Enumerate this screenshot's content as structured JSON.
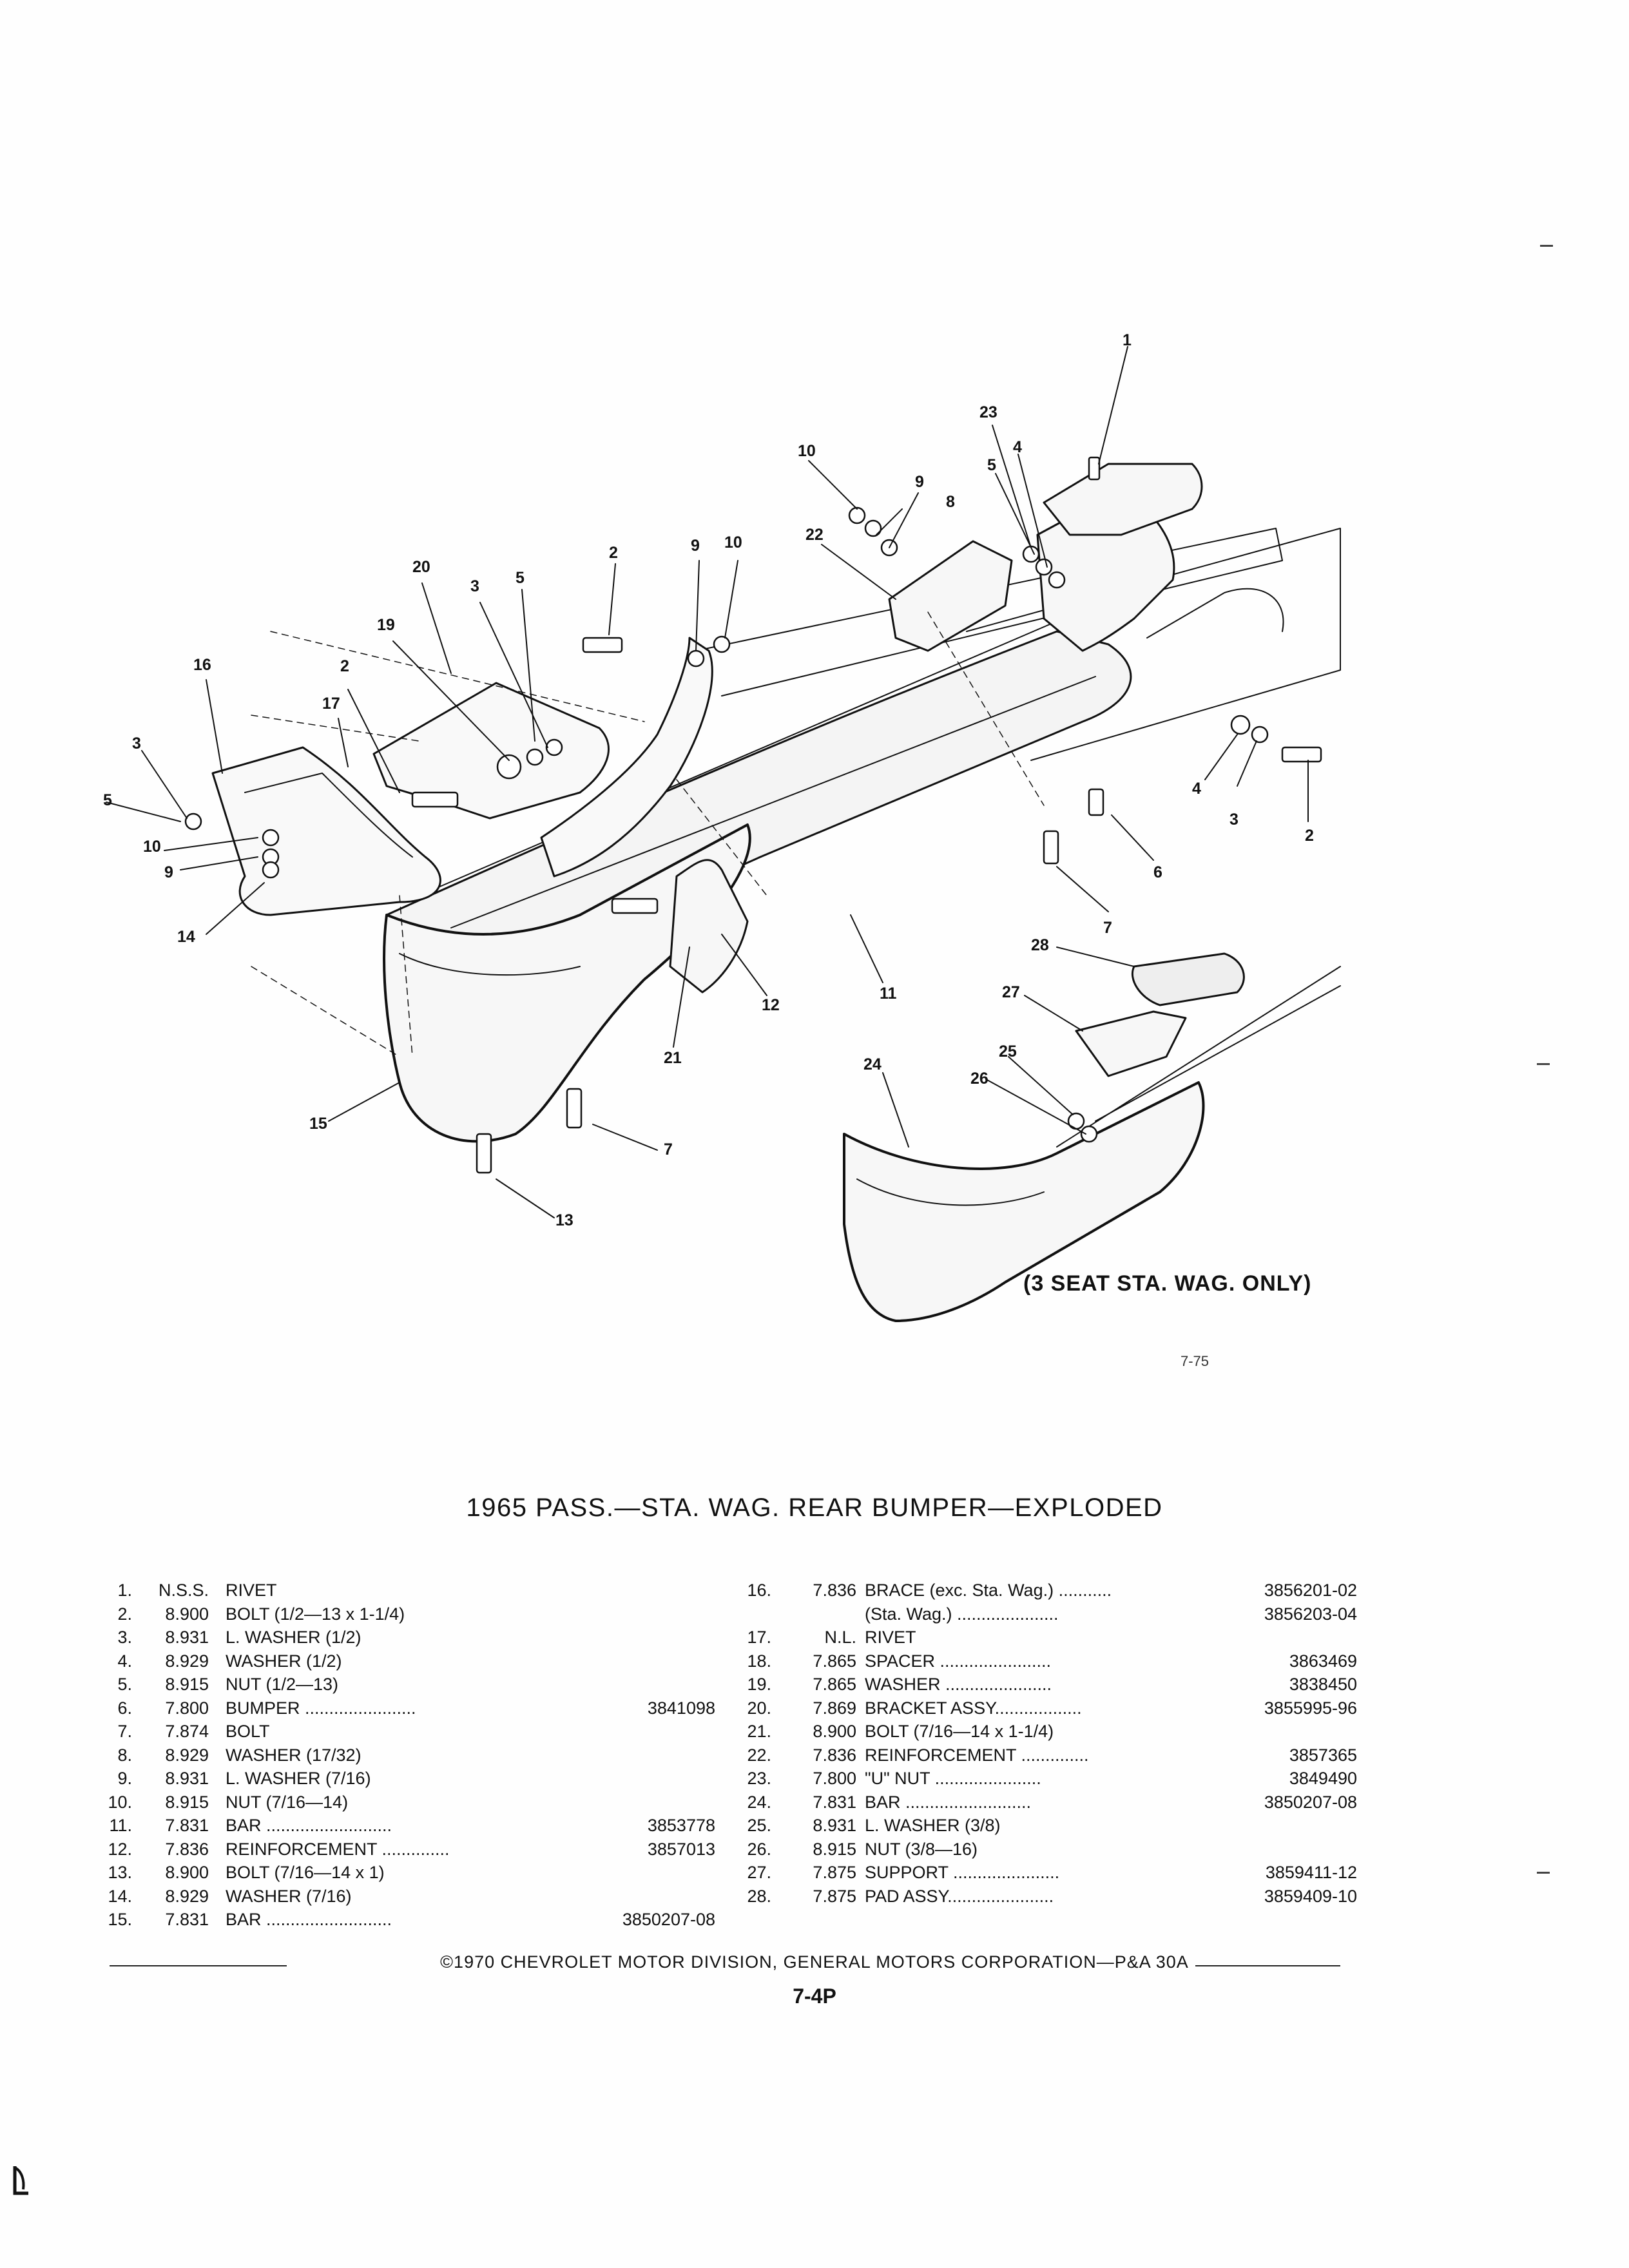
{
  "diagram": {
    "callouts": [
      {
        "id": "c1",
        "label": "1"
      },
      {
        "id": "c23",
        "label": "23"
      },
      {
        "id": "c4a",
        "label": "4"
      },
      {
        "id": "c5a",
        "label": "5"
      },
      {
        "id": "c10a",
        "label": "10"
      },
      {
        "id": "c9a",
        "label": "9"
      },
      {
        "id": "c8",
        "label": "8"
      },
      {
        "id": "c22",
        "label": "22"
      },
      {
        "id": "c2a",
        "label": "2"
      },
      {
        "id": "c9b",
        "label": "9"
      },
      {
        "id": "c10b",
        "label": "10"
      },
      {
        "id": "c20",
        "label": "20"
      },
      {
        "id": "c3a",
        "label": "3"
      },
      {
        "id": "c5b",
        "label": "5"
      },
      {
        "id": "c19",
        "label": "19"
      },
      {
        "id": "c16",
        "label": "16"
      },
      {
        "id": "c2b",
        "label": "2"
      },
      {
        "id": "c17",
        "label": "17"
      },
      {
        "id": "c3b",
        "label": "3"
      },
      {
        "id": "c5c",
        "label": "5"
      },
      {
        "id": "c10c",
        "label": "10"
      },
      {
        "id": "c9c",
        "label": "9"
      },
      {
        "id": "c14",
        "label": "14"
      },
      {
        "id": "c4b",
        "label": "4"
      },
      {
        "id": "c3c",
        "label": "3"
      },
      {
        "id": "c2c",
        "label": "2"
      },
      {
        "id": "c6",
        "label": "6"
      },
      {
        "id": "c7a",
        "label": "7"
      },
      {
        "id": "c11",
        "label": "11"
      },
      {
        "id": "c12",
        "label": "12"
      },
      {
        "id": "c21",
        "label": "21"
      },
      {
        "id": "c15",
        "label": "15"
      },
      {
        "id": "c7b",
        "label": "7"
      },
      {
        "id": "c13",
        "label": "13"
      },
      {
        "id": "c28",
        "label": "28"
      },
      {
        "id": "c27",
        "label": "27"
      },
      {
        "id": "c25",
        "label": "25"
      },
      {
        "id": "c26",
        "label": "26"
      },
      {
        "id": "c24",
        "label": "24"
      }
    ],
    "wagon_note": "(3 SEAT STA. WAG. ONLY)",
    "figure_number": "7-75"
  },
  "title": "1965 PASS.—STA. WAG. REAR BUMPER—EXPLODED",
  "parts_left": [
    {
      "num": "1.",
      "ref": "N.S.S.",
      "desc": "RIVET",
      "pn": ""
    },
    {
      "num": "2.",
      "ref": "8.900",
      "desc": "BOLT (1/2—13 x 1-1/4)",
      "pn": ""
    },
    {
      "num": "3.",
      "ref": "8.931",
      "desc": "L. WASHER (1/2)",
      "pn": ""
    },
    {
      "num": "4.",
      "ref": "8.929",
      "desc": "WASHER (1/2)",
      "pn": ""
    },
    {
      "num": "5.",
      "ref": "8.915",
      "desc": "NUT (1/2—13)",
      "pn": ""
    },
    {
      "num": "6.",
      "ref": "7.800",
      "desc": "BUMPER .......................",
      "pn": "3841098"
    },
    {
      "num": "7.",
      "ref": "7.874",
      "desc": "BOLT",
      "pn": ""
    },
    {
      "num": "8.",
      "ref": "8.929",
      "desc": "WASHER (17/32)",
      "pn": ""
    },
    {
      "num": "9.",
      "ref": "8.931",
      "desc": "L. WASHER (7/16)",
      "pn": ""
    },
    {
      "num": "10.",
      "ref": "8.915",
      "desc": "NUT (7/16—14)",
      "pn": ""
    },
    {
      "num": "11.",
      "ref": "7.831",
      "desc": "BAR ..........................",
      "pn": "3853778"
    },
    {
      "num": "12.",
      "ref": "7.836",
      "desc": "REINFORCEMENT ..............",
      "pn": "3857013"
    },
    {
      "num": "13.",
      "ref": "8.900",
      "desc": "BOLT (7/16—14 x 1)",
      "pn": ""
    },
    {
      "num": "14.",
      "ref": "8.929",
      "desc": "WASHER (7/16)",
      "pn": ""
    },
    {
      "num": "15.",
      "ref": "7.831",
      "desc": "BAR ..........................",
      "pn": "3850207-08"
    }
  ],
  "parts_right": [
    {
      "num": "16.",
      "ref": "7.836",
      "desc": "BRACE (exc. Sta. Wag.) ...........",
      "pn": "3856201-02"
    },
    {
      "num": "",
      "ref": "",
      "desc": "(Sta. Wag.) .....................",
      "pn": "3856203-04"
    },
    {
      "num": "17.",
      "ref": "N.L.",
      "desc": "RIVET",
      "pn": ""
    },
    {
      "num": "18.",
      "ref": "7.865",
      "desc": "SPACER .......................",
      "pn": "3863469"
    },
    {
      "num": "19.",
      "ref": "7.865",
      "desc": "WASHER ......................",
      "pn": "3838450"
    },
    {
      "num": "20.",
      "ref": "7.869",
      "desc": "BRACKET ASSY..................",
      "pn": "3855995-96"
    },
    {
      "num": "21.",
      "ref": "8.900",
      "desc": "BOLT (7/16—14 x 1-1/4)",
      "pn": ""
    },
    {
      "num": "22.",
      "ref": "7.836",
      "desc": "REINFORCEMENT ..............",
      "pn": "3857365"
    },
    {
      "num": "23.",
      "ref": "7.800",
      "desc": "\"U\" NUT ......................",
      "pn": "3849490"
    },
    {
      "num": "24.",
      "ref": "7.831",
      "desc": "BAR ..........................",
      "pn": "3850207-08"
    },
    {
      "num": "25.",
      "ref": "8.931",
      "desc": "L. WASHER (3/8)",
      "pn": ""
    },
    {
      "num": "26.",
      "ref": "8.915",
      "desc": "NUT (3/8—16)",
      "pn": ""
    },
    {
      "num": "27.",
      "ref": "7.875",
      "desc": "SUPPORT ......................",
      "pn": "3859411-12"
    },
    {
      "num": "28.",
      "ref": "7.875",
      "desc": "PAD ASSY......................",
      "pn": "3859409-10"
    }
  ],
  "footer": "©1970 CHEVROLET MOTOR DIVISION, GENERAL MOTORS CORPORATION—P&A 30A",
  "page_number": "7-4P"
}
